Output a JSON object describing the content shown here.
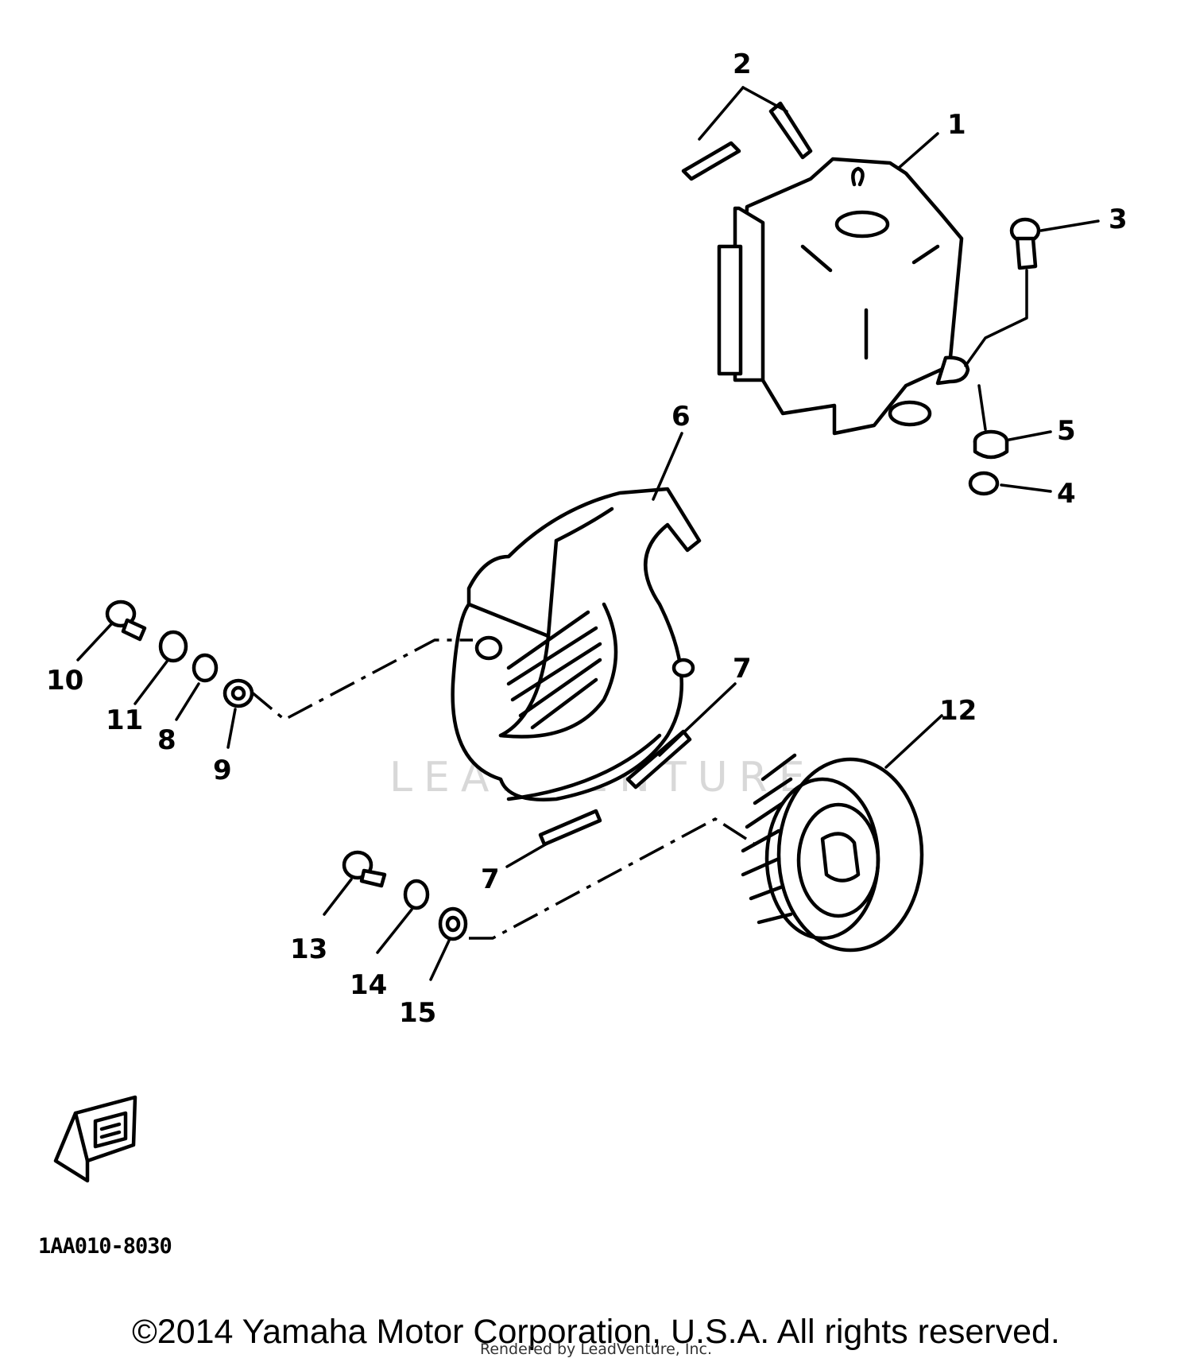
{
  "callouts": {
    "p1": "1",
    "p2": "2",
    "p3": "3",
    "p4": "4",
    "p5": "5",
    "p6": "6",
    "p7a": "7",
    "p7b": "7",
    "p8": "8",
    "p9": "9",
    "p10": "10",
    "p11": "11",
    "p12": "12",
    "p13": "13",
    "p14": "14",
    "p15": "15"
  },
  "watermark": "LEADVENTURE",
  "diagram_code": "1AA010-8030",
  "copyright": "©2014 Yamaha Motor Corporation, U.S.A. All rights reserved.",
  "rendered_by": "Rendered by LeadVenture, Inc."
}
